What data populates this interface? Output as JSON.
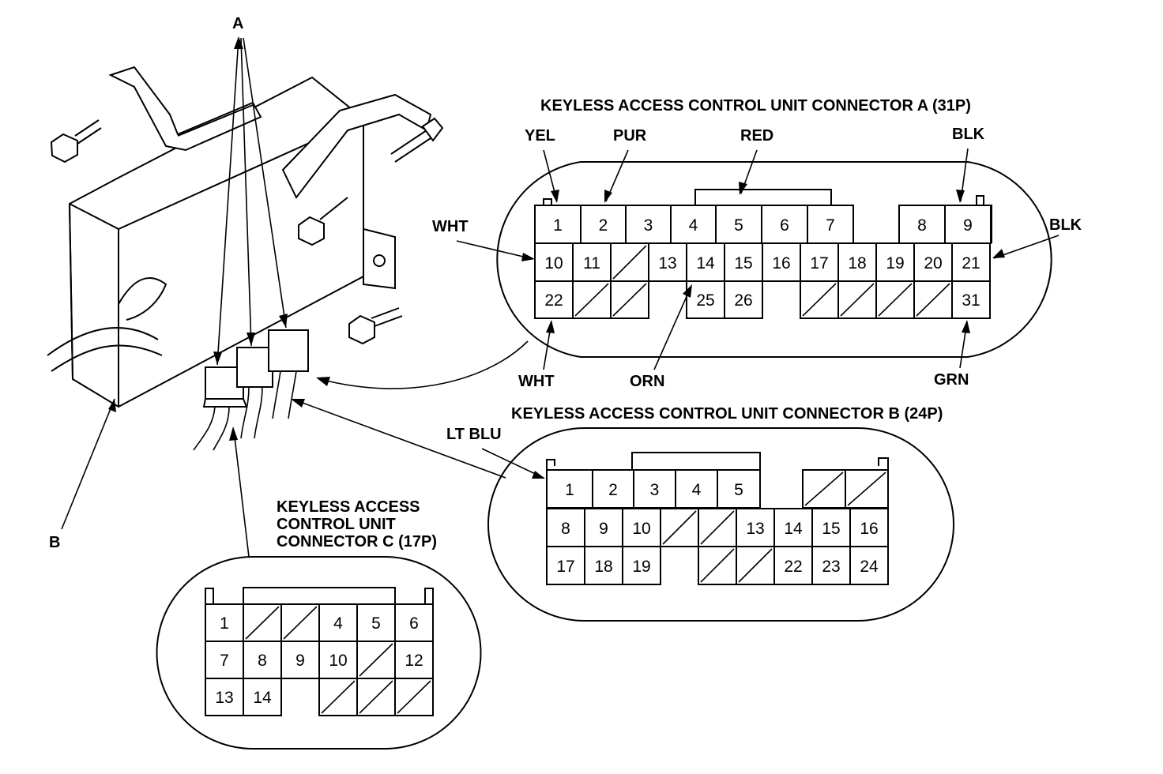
{
  "callouts": {
    "a": "A",
    "b": "B"
  },
  "connector_a": {
    "title": "KEYLESS ACCESS CONTROL UNIT CONNECTOR A (31P)",
    "wire_labels": {
      "yel": "YEL",
      "pur": "PUR",
      "red": "RED",
      "blk_top": "BLK",
      "wht_left": "WHT",
      "blk_right": "BLK",
      "wht_bottom": "WHT",
      "orn": "ORN",
      "grn": "GRN"
    },
    "pins": [
      "1",
      "2",
      "3",
      "4",
      "5",
      "6",
      "7",
      "8",
      "9",
      "10",
      "11",
      "13",
      "14",
      "15",
      "16",
      "17",
      "18",
      "19",
      "20",
      "21",
      "22",
      "25",
      "26",
      "31"
    ]
  },
  "connector_b": {
    "title": "KEYLESS ACCESS CONTROL UNIT CONNECTOR B (24P)",
    "wire_labels": {
      "lt_blu": "LT BLU"
    },
    "pins": [
      "1",
      "2",
      "3",
      "4",
      "5",
      "8",
      "9",
      "10",
      "13",
      "14",
      "15",
      "16",
      "17",
      "18",
      "19",
      "22",
      "23",
      "24"
    ]
  },
  "connector_c": {
    "title_lines": [
      "KEYLESS ACCESS",
      "CONTROL UNIT",
      "CONNECTOR C (17P)"
    ],
    "pins": [
      "1",
      "4",
      "5",
      "6",
      "7",
      "8",
      "9",
      "10",
      "12",
      "13",
      "14"
    ]
  }
}
